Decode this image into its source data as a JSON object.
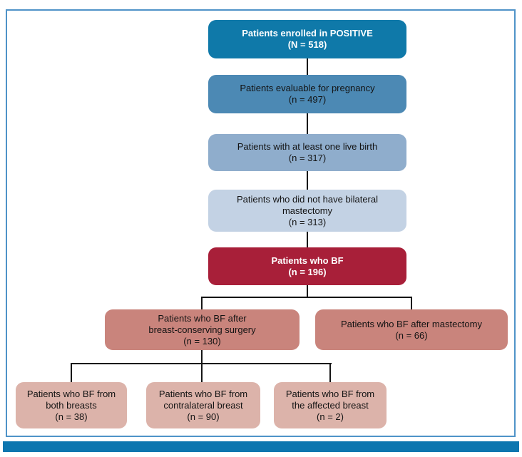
{
  "palette": {
    "canvas_bg": "#ffffff",
    "frame_border": "#4f93c8",
    "footer_bar": "#0d76af",
    "connector": "#151515"
  },
  "flowchart": {
    "nodes": [
      {
        "id": "enrolled",
        "lines": [
          "Patients enrolled in POSITIVE",
          "(N = 518)"
        ],
        "bg": "#0f79a9",
        "fg": "#ffffff"
      },
      {
        "id": "evaluable",
        "lines": [
          "Patients evaluable for pregnancy",
          "(n = 497)"
        ],
        "bg": "#4c89b4",
        "fg": "#131313"
      },
      {
        "id": "live-birth",
        "lines": [
          "Patients with at least one live birth",
          "(n = 317)"
        ],
        "bg": "#8fadcc",
        "fg": "#131313"
      },
      {
        "id": "no-bilateral",
        "lines": [
          "Patients who did not have bilateral",
          "mastectomy",
          "(n = 313)"
        ],
        "bg": "#c3d2e4",
        "fg": "#131313"
      },
      {
        "id": "bf",
        "lines": [
          "Patients who BF",
          "(n = 196)"
        ],
        "bg": "#a81f39",
        "fg": "#ffffff"
      },
      {
        "id": "bf-breast-conserving",
        "lines": [
          "Patients who BF after",
          "breast-conserving surgery",
          "(n = 130)"
        ],
        "bg": "#c9847c",
        "fg": "#131313"
      },
      {
        "id": "bf-mastectomy",
        "lines": [
          "Patients who BF after mastectomy",
          "(n = 66)"
        ],
        "bg": "#c9847c",
        "fg": "#131313"
      },
      {
        "id": "bf-both-breasts",
        "lines": [
          "Patients who BF from",
          "both breasts",
          "(n = 38)"
        ],
        "bg": "#dcb3aa",
        "fg": "#131313"
      },
      {
        "id": "bf-contralateral",
        "lines": [
          "Patients who BF from",
          "contralateral breast",
          "(n = 90)"
        ],
        "bg": "#dcb3aa",
        "fg": "#131313"
      },
      {
        "id": "bf-affected",
        "lines": [
          "Patients who BF from",
          "the affected breast",
          "(n = 2)"
        ],
        "bg": "#dcb3aa",
        "fg": "#131313"
      }
    ]
  }
}
